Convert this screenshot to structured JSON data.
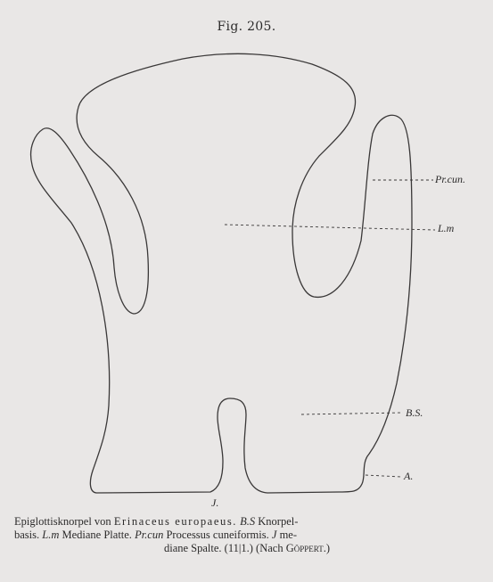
{
  "figure": {
    "title": "Fig. 205.",
    "labels": {
      "pr_cun": "Pr.cun.",
      "l_m": "L.m",
      "b_s": "B.S.",
      "a": "A.",
      "j": "J."
    }
  },
  "caption": {
    "t1": "Epiglottisknorpel von ",
    "t2": "Erinaceus europaeus.",
    "t3": "B.S",
    "t4": " Knorpel-",
    "t5": "basis. ",
    "t6": "L.m",
    "t7": " Mediane Platte. ",
    "t8": "Pr.cun",
    "t9": " Processus cuneiformis. ",
    "t10": "J",
    "t11": " me-",
    "t12": "diane Spalte.  (11|1.)  (Nach ",
    "t13": "Göppert",
    "t14": ".)"
  }
}
